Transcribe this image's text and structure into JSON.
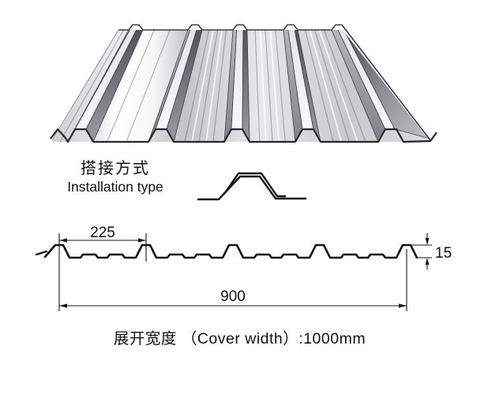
{
  "page": {
    "background": "#ffffff"
  },
  "colors": {
    "ink": "#111111",
    "profile_line": "#141414",
    "metal_light": "#f4f4f6",
    "metal_mid": "#c6c6cc",
    "metal_dark": "#55555d"
  },
  "panel_3d": {
    "illustration": "corrugated-steel-roof-sheet-3d-render"
  },
  "installation": {
    "label_zh": "搭接方式",
    "label_en": "Installation type",
    "drawing": "rib-overlap-profile"
  },
  "cross_section": {
    "rib_spacing_label": "225",
    "width_label": "900",
    "height_label": "15",
    "rib_count": 5
  },
  "caption": {
    "text": "展开宽度 （Cover width）:1000mm"
  }
}
